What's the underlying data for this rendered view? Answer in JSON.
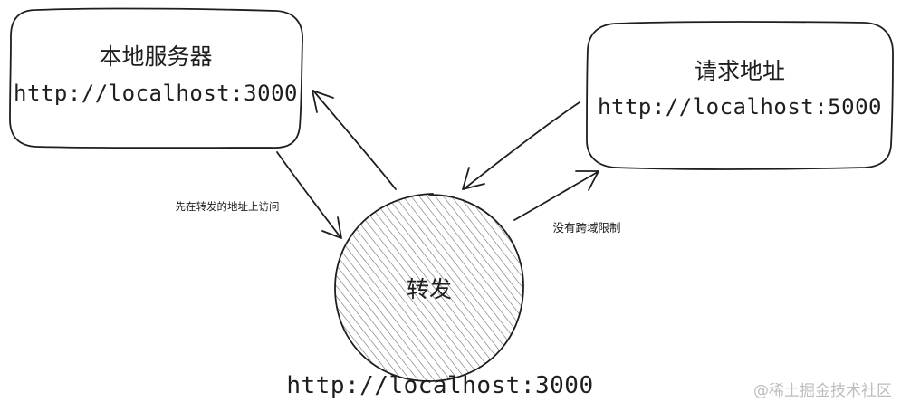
{
  "nodes": {
    "local_server": {
      "title": "本地服务器",
      "url": "http://localhost:3000"
    },
    "request_address": {
      "title": "请求地址",
      "url": "http://localhost:5000"
    },
    "proxy": {
      "title": "转发",
      "url": "http://localhost:3000"
    }
  },
  "edges": {
    "server_to_proxy_label": "先在转发的地址上访问",
    "proxy_to_target_label": "没有跨域限制"
  },
  "watermark": "@稀土掘金技术社区",
  "colors": {
    "ink": "#1e1e1e",
    "hatch": "#6f6f6f",
    "watermark": "#bdbdbd"
  }
}
